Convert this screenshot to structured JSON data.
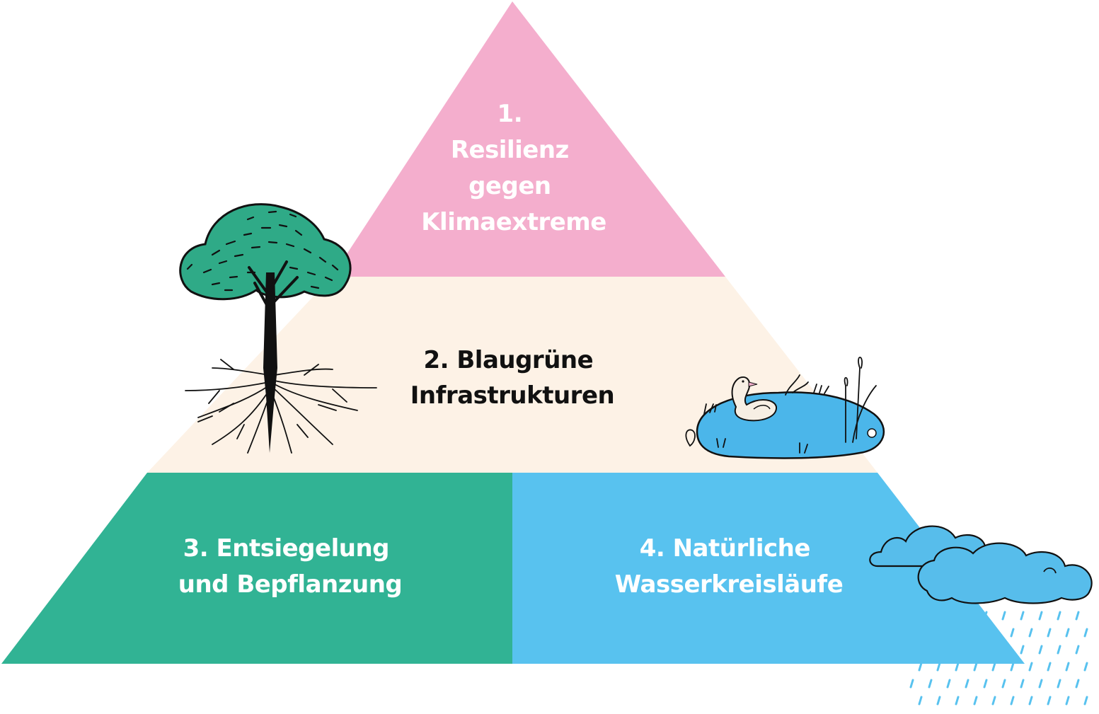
{
  "colors": {
    "top": "#F4AECD",
    "middle": "#FDF2E6",
    "bottom_left": "#31B394",
    "bottom_right": "#58C2EF",
    "tree_canopy": "#2FAA87",
    "pond": "#4BB6EA",
    "cloud": "#57BDEB",
    "rain": "#58C2EF",
    "light_text": "#FFFFFF",
    "dark_text": "#111111"
  },
  "pyramid": {
    "top": {
      "lines": [
        "1.",
        "Resilienz",
        "gegen",
        "Klimaextreme"
      ]
    },
    "middle": {
      "lines": [
        "2. Blaugrüne",
        "Infrastrukturen"
      ]
    },
    "bottom_left": {
      "lines": [
        "3. Entsiegelung",
        "und Bepflanzung"
      ]
    },
    "bottom_right": {
      "lines": [
        "4. Natürliche",
        "Wasserkreisläufe"
      ]
    }
  },
  "illustrations": [
    "tree-with-roots-icon",
    "pond-with-duck-icon",
    "rain-cloud-icon"
  ]
}
